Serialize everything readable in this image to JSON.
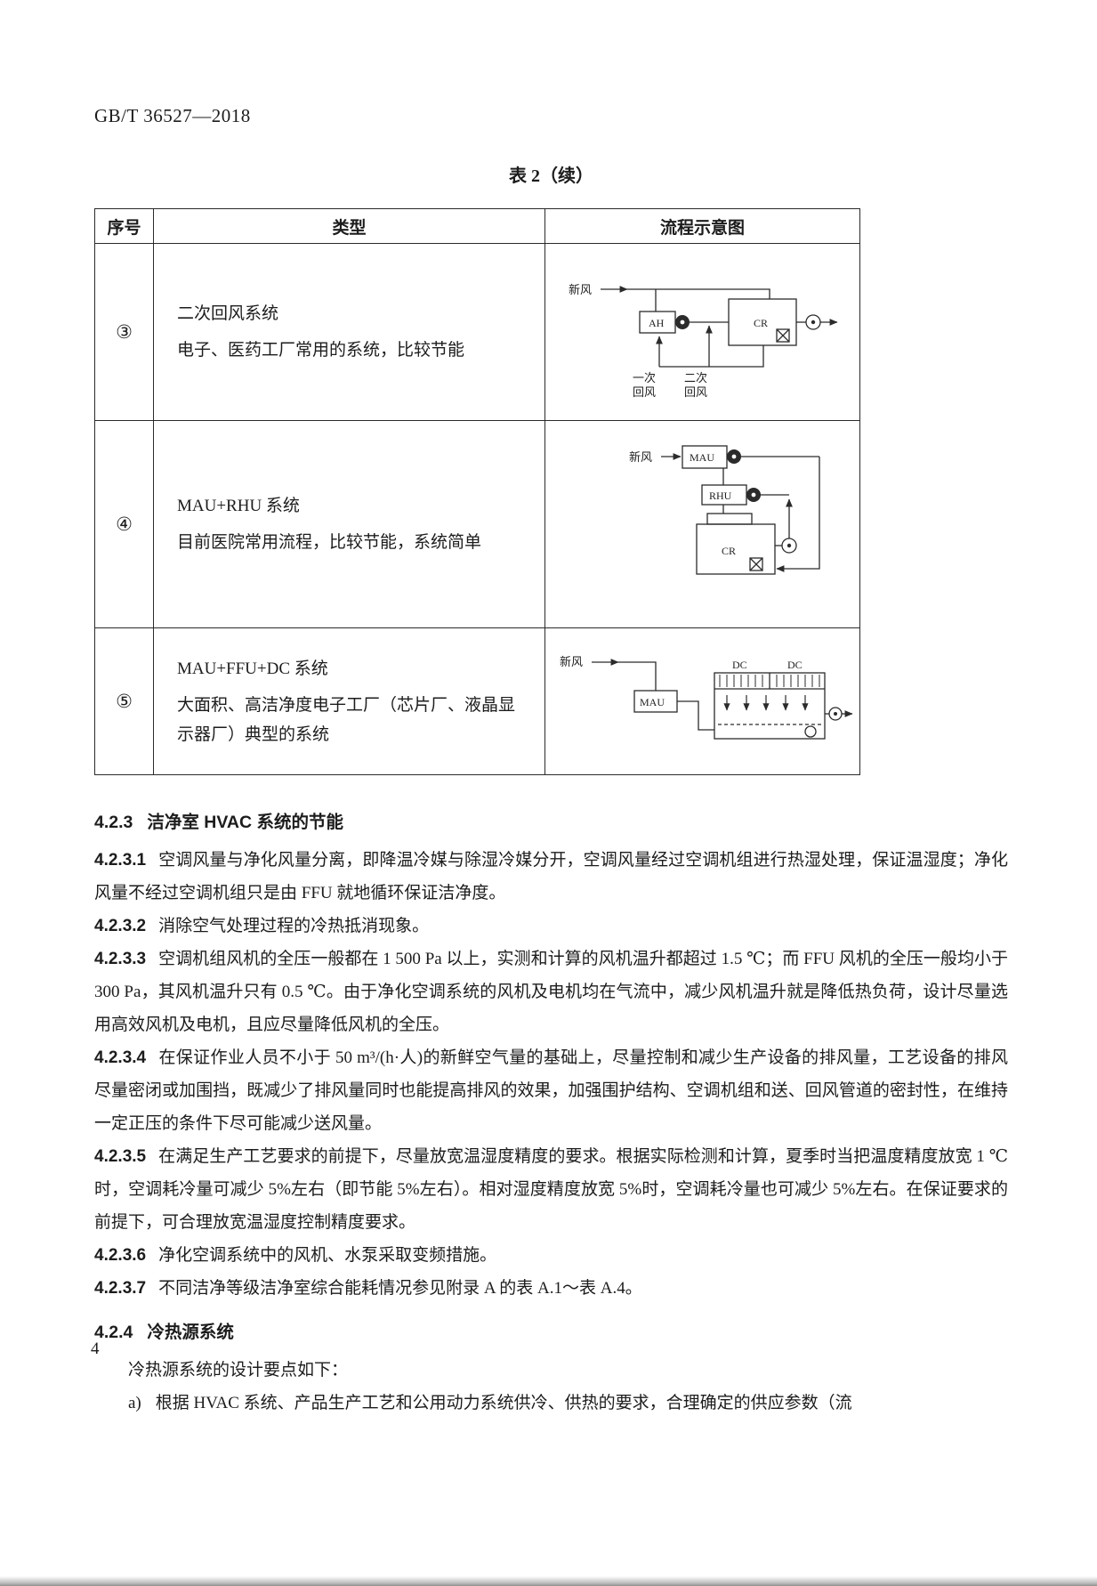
{
  "page": {
    "header": "GB/T 36527—2018",
    "page_number": "4"
  },
  "table": {
    "title": "表 2（续）",
    "columns": [
      "序号",
      "类型",
      "流程示意图"
    ],
    "rows": [
      {
        "num": "③",
        "title": "二次回风系统",
        "desc": "电子、医药工厂常用的系统，比较节能",
        "labels": {
          "fresh": "新风",
          "unit": "AH",
          "room": "CR",
          "ret1a": "一次",
          "ret1b": "回风",
          "ret2a": "二次",
          "ret2b": "回风"
        }
      },
      {
        "num": "④",
        "title": "MAU+RHU 系统",
        "desc": "目前医院常用流程，比较节能，系统简单",
        "labels": {
          "fresh": "新风",
          "mau": "MAU",
          "rhu": "RHU",
          "room": "CR"
        }
      },
      {
        "num": "⑤",
        "title": "MAU+FFU+DC 系统",
        "desc": "大面积、高洁净度电子工厂（芯片厂、液晶显示器厂）典型的系统",
        "labels": {
          "fresh": "新风",
          "mau": "MAU",
          "dc1": "DC",
          "dc2": "DC"
        }
      }
    ]
  },
  "s423": {
    "num": "4.2.3",
    "title": "洁净室 HVAC 系统的节能",
    "paragraphs": [
      {
        "num": "4.2.3.1",
        "text": "空调风量与净化风量分离，即降温冷媒与除湿冷媒分开，空调风量经过空调机组进行热湿处理，保证温湿度；净化风量不经过空调机组只是由 FFU 就地循环保证洁净度。"
      },
      {
        "num": "4.2.3.2",
        "text": "消除空气处理过程的冷热抵消现象。"
      },
      {
        "num": "4.2.3.3",
        "text": "空调机组风机的全压一般都在 1 500 Pa 以上，实测和计算的风机温升都超过 1.5 ℃；而 FFU 风机的全压一般均小于 300 Pa，其风机温升只有 0.5 ℃。由于净化空调系统的风机及电机均在气流中，减少风机温升就是降低热负荷，设计尽量选用高效风机及电机，且应尽量降低风机的全压。"
      },
      {
        "num": "4.2.3.4",
        "text": "在保证作业人员不小于 50 m³/(h·人)的新鲜空气量的基础上，尽量控制和减少生产设备的排风量，工艺设备的排风尽量密闭或加围挡，既减少了排风量同时也能提高排风的效果，加强围护结构、空调机组和送、回风管道的密封性，在维持一定正压的条件下尽可能减少送风量。"
      },
      {
        "num": "4.2.3.5",
        "text": "在满足生产工艺要求的前提下，尽量放宽温湿度精度的要求。根据实际检测和计算，夏季时当把温度精度放宽 1 ℃时，空调耗冷量可减少 5%左右（即节能 5%左右）。相对湿度精度放宽 5%时，空调耗冷量也可减少 5%左右。在保证要求的前提下，可合理放宽温湿度控制精度要求。"
      },
      {
        "num": "4.2.3.6",
        "text": "净化空调系统中的风机、水泵采取变频措施。"
      },
      {
        "num": "4.2.3.7",
        "text": "不同洁净等级洁净室综合能耗情况参见附录 A 的表 A.1～表 A.4。"
      }
    ]
  },
  "s424": {
    "num": "4.2.4",
    "title": "冷热源系统",
    "intro": "冷热源系统的设计要点如下：",
    "item_a_label": "a)",
    "item_a_text": "根据 HVAC 系统、产品生产工艺和公用动力系统供冷、供热的要求，合理确定的供应参数（流"
  }
}
